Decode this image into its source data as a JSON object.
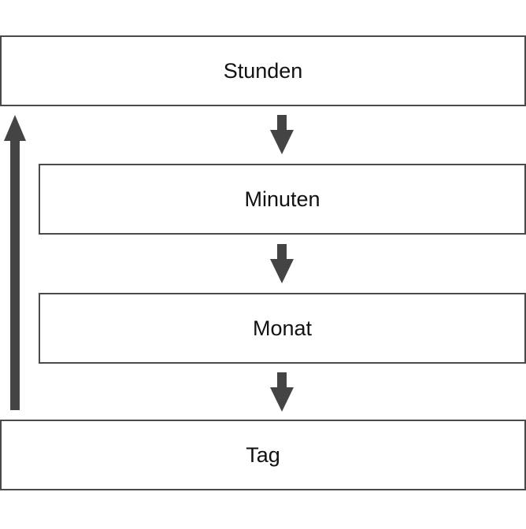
{
  "diagram": {
    "steps": [
      {
        "label": "Stunden"
      },
      {
        "label": "Minuten"
      },
      {
        "label": "Monat"
      },
      {
        "label": "Tag"
      }
    ],
    "colors": {
      "arrow": "#444444",
      "border": "#4a4a4a",
      "text": "#111111",
      "background": "#ffffff"
    }
  }
}
